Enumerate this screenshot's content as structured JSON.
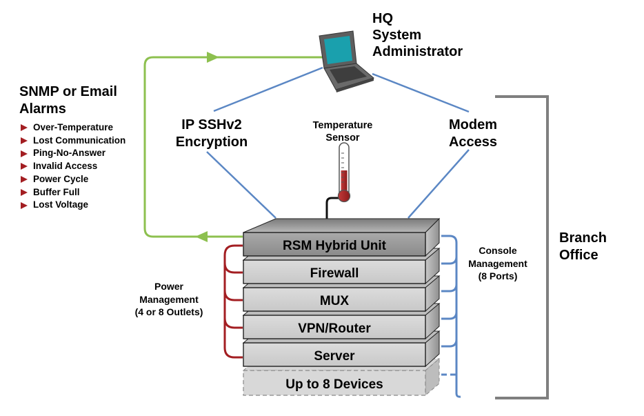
{
  "hq": {
    "line1": "HQ",
    "line2": "System",
    "line3": "Administrator"
  },
  "alarms": {
    "title_line1": "SNMP or Email",
    "title_line2": "Alarms",
    "items": [
      "Over-Temperature",
      "Lost Communication",
      "Ping-No-Answer",
      "Invalid Access",
      "Power Cycle",
      "Buffer Full",
      "Lost Voltage"
    ]
  },
  "links": {
    "ssh_line1": "IP SSHv2",
    "ssh_line2": "Encryption",
    "modem_line1": "Modem",
    "modem_line2": "Access"
  },
  "sensor": {
    "line1": "Temperature",
    "line2": "Sensor"
  },
  "stack": {
    "devices": [
      "RSM Hybrid Unit",
      "Firewall",
      "MUX",
      "VPN/Router",
      "Server",
      "Up to 8 Devices"
    ]
  },
  "power": {
    "line1": "Power",
    "line2": "Management",
    "line3": "(4 or 8 Outlets)"
  },
  "console": {
    "line1": "Console",
    "line2": "Management",
    "line3": "(8 Ports)"
  },
  "branch": {
    "line1": "Branch",
    "line2": "Office"
  },
  "colors": {
    "alarm_loop": "#8dc04f",
    "network_link": "#5b87c4",
    "power_cable": "#a31e22",
    "branch_bracket": "#7f7f7f",
    "screen": "#1aa0ad"
  }
}
